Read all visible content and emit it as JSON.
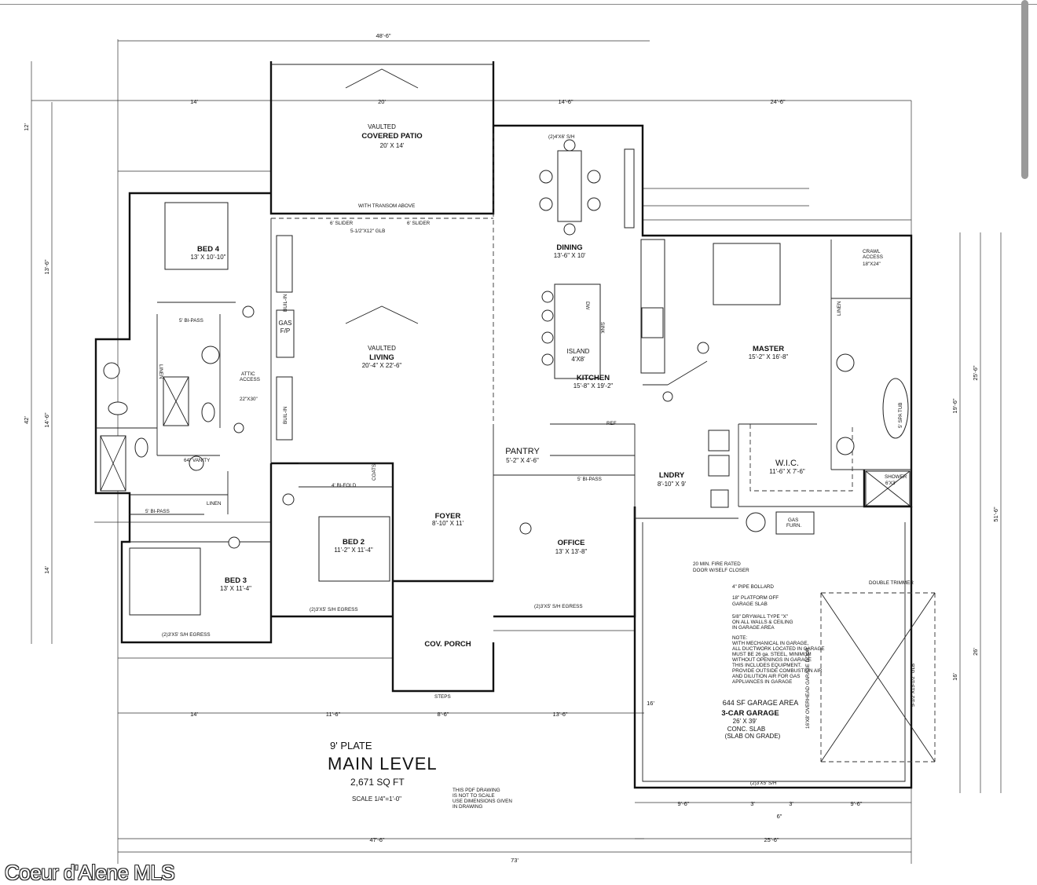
{
  "rooms": {
    "covered_patio": {
      "pre": "VAULTED",
      "name": "COVERED PATIO",
      "size": "20' X 14'"
    },
    "bed4": {
      "name": "BED 4",
      "size": "13' X 10'-10\""
    },
    "dining": {
      "name": "DINING",
      "size": "13'-6\" X 10'"
    },
    "living": {
      "pre": "VAULTED",
      "name": "LIVING",
      "size": "20'-4\" X 22'-6\""
    },
    "kitchen": {
      "name": "KITCHEN",
      "size": "15'-8\" X 19'-2\""
    },
    "master": {
      "name": "MASTER",
      "size": "15'-2\" X 16'-8\""
    },
    "pantry": {
      "name": "PANTRY",
      "size": "5'-2\" X 4'-6\""
    },
    "wic": {
      "name": "W.I.C.",
      "size": "11'-6\" X 7'-6\""
    },
    "lndry": {
      "name": "LNDRY",
      "size": "8'-10\" X 9'"
    },
    "foyer": {
      "name": "FOYER",
      "size": "8'-10\" X 11'"
    },
    "office": {
      "name": "OFFICE",
      "size": "13' X 13'-8\""
    },
    "bed2": {
      "name": "BED 2",
      "size": "11'-2\" X 11'-4\""
    },
    "bed3": {
      "name": "BED 3",
      "size": "13' X 11'-4\""
    },
    "cov_porch": {
      "name": "COV. PORCH"
    },
    "garage": {
      "area": "644 SF GARAGE AREA",
      "name": "3-CAR GARAGE",
      "size": "26' X 39'",
      "slab1": "CONC. SLAB",
      "slab2": "(SLAB ON GRADE)"
    }
  },
  "labels": {
    "island": "ISLAND",
    "island_size": "4'X8'",
    "gas_fp": "GAS",
    "gas_fp2": "F/P",
    "builtin1": "BUIL-IN",
    "builtin2": "BUIL-IN",
    "attic": "ATTIC",
    "attic2": "ACCESS",
    "attic3": "22\"X30\"",
    "crawl": "CRAWL",
    "crawl2": "ACCESS",
    "crawl3": "18\"X24\"",
    "linen1": "LINEN",
    "linen2": "LINEN",
    "linen3": "LINEN",
    "shower": "SHOWER",
    "shower_size": "6'X3'",
    "spa": "5' SPA TUB",
    "ref": "REF",
    "dw": "DW",
    "sink": "SINK",
    "gas_furn": "GAS",
    "gas_furn2": "FURN.",
    "steps": "STEPS",
    "transom": "WITH TRANSOM ABOVE",
    "slider1": "6' SLIDER",
    "slider2": "6' SLIDER",
    "glb": "5-1/2\"X12\" GLB",
    "vanity": "64\" VANITY",
    "bifold": "4' BI-FOLD",
    "bipass1": "5' BI-PASS",
    "bipass2": "5' BI-PASS",
    "bipass3": "5' BI-PASS",
    "coats": "COATS",
    "egress_bed3": "(2)3'X5' S/H EGRESS",
    "egress_bed2": "(2)3'X5' S/H EGRESS",
    "egress_office": "(2)3'X5' S/H EGRESS",
    "garage_window": "(2)3'X5' S/H",
    "dining_window": "(2)4'X6' S/H",
    "fire_door": "20 MIN. FIRE RATED",
    "fire_door2": "DOOR W/SELF CLOSER",
    "bollard": "4\" PIPE BOLLARD",
    "platform": "18\" PLATFORM OFF",
    "platform2": "GARAGE SLAB",
    "drywall1": "5/8\" DRYWALL TYPE \"X\"",
    "drywall2": "ON ALL WALLS & CEILING",
    "drywall3": "IN GARAGE AREA",
    "garage_door": "16'X8' OVERHEAD GARAGE DOOR",
    "garage_glb": "5-1/2\"X13-1/2\" GLB",
    "double_trimmer": "DOUBLE TRIMMER"
  },
  "notes": [
    "NOTE:",
    "WITH MECHANICAL IN GARAGE,",
    "ALL DUCTWORK LOCATED IN GARAGE",
    "MUST BE 26 ga. STEEL, MINIMUM",
    "WITHOUT OPENINGS IN GARAGE",
    "THIS INCLUDES EQUIPMENT.",
    "PROVIDE OUTSIDE COMBUSTION AIR",
    "AND DILUTION AIR FOR GAS",
    "APPLIANCES IN GARAGE"
  ],
  "title_block": {
    "plate": "9' PLATE",
    "title": "MAIN LEVEL",
    "sqft": "2,671 SQ FT",
    "scale": "SCALE  1/4\"=1'-0\"",
    "disclaimer": [
      "THIS PDF DRAWING",
      "IS NOT TO SCALE",
      "USE DIMENSIONS GIVEN",
      "IN DRAWING"
    ]
  },
  "dimensions": {
    "top_overall": "48'-6\"",
    "top_left": "14'",
    "top_patio": "20'",
    "top_right1": "14'-6\"",
    "top_right2": "24'-6\"",
    "bottom_overall": "73'",
    "bottom_left": "47'-6\"",
    "bottom_right": "25'-6\"",
    "bottom_a": "14'",
    "bottom_b": "11'-6\"",
    "bottom_c": "8'-6\"",
    "bottom_d": "13'-6\"",
    "left_overall": "42'",
    "left_a": "13'-6\"",
    "left_b": "14'-6\"",
    "left_c": "14'",
    "left_top": "12'",
    "right_overall": "51'-6\"",
    "right_a": "25'-6\"",
    "right_b": "26'",
    "right_c": "19'-6\"",
    "right_d": "16'",
    "right_e": "16'",
    "garage_a": "9'-6\"",
    "garage_b": "3'",
    "garage_c": "3'",
    "garage_d": "9'-6\"",
    "garage_e": "6\""
  },
  "watermark": "Coeur d'Alene MLS"
}
